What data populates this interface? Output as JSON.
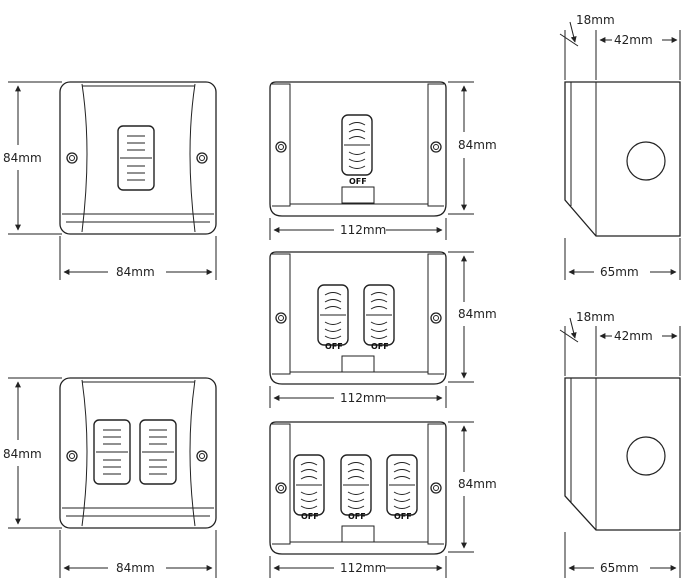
{
  "title": "Switch plate dimension drawing",
  "views": {
    "front_small_1": {
      "width_label": "84mm",
      "height_label": "84mm"
    },
    "front_small_2": {
      "width_label": "84mm",
      "height_label": "84mm"
    },
    "plate_1": {
      "switch_label": "OFF",
      "width_label": "112mm",
      "height_label": "84mm"
    },
    "plate_2": {
      "switch_labels": [
        "OFF",
        "OFF"
      ],
      "width_label": "112mm",
      "height_label": "84mm"
    },
    "plate_3": {
      "switch_labels": [
        "OFF",
        "OFF",
        "OFF"
      ],
      "width_label": "112mm",
      "height_label": "84mm"
    },
    "side_1": {
      "front_label": "18mm",
      "depth_label": "42mm",
      "total_label": "65mm"
    },
    "side_2": {
      "front_label": "18mm",
      "depth_label": "42mm",
      "total_label": "65mm"
    }
  }
}
